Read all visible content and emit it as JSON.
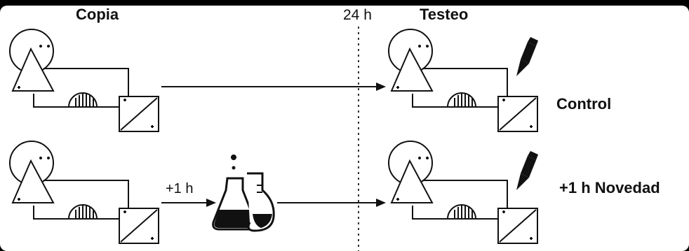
{
  "labels": {
    "copy": "Copia",
    "time": "24 h",
    "test": "Testeo",
    "control": "Control",
    "plus_1h": "+1 h",
    "novelty": "+1 h Novedad"
  },
  "icons": {
    "circuit": "neural-circuit-icon",
    "pencil": "pencil-icon",
    "flasks": "flasks-icon"
  },
  "colors": {
    "background": "#000000",
    "panel": "#ffffff",
    "ink": "#111111"
  }
}
